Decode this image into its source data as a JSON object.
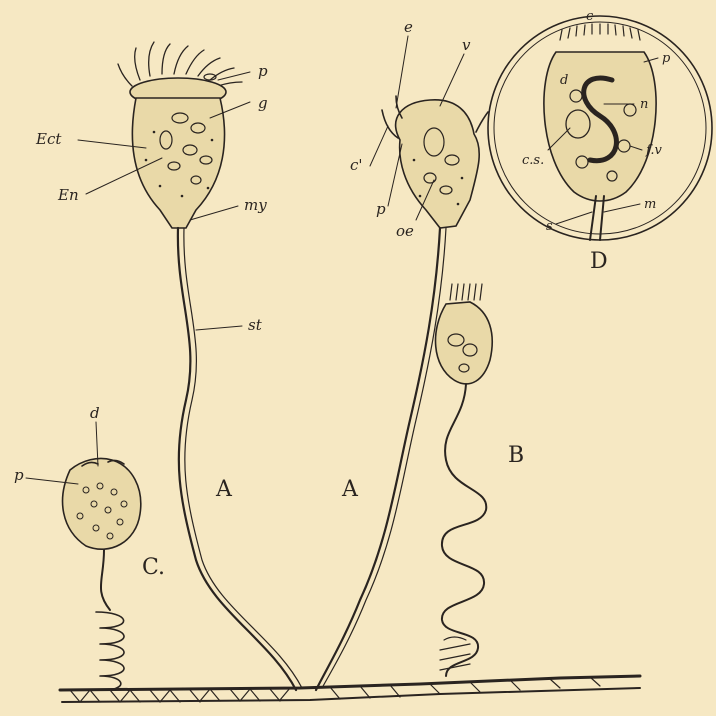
{
  "figure_labels": {
    "A1": "A",
    "A2": "A",
    "B": "B",
    "C": "C.",
    "D": "D"
  },
  "pointer_labels": {
    "p_top": "p",
    "g": "g",
    "ect": "Ect",
    "en": "En",
    "my": "my",
    "st": "st",
    "e": "e",
    "v": "v",
    "c_prime": "c'",
    "p_mid": "p",
    "oe": "oe",
    "c_d": "c",
    "d_d": "d",
    "p_d": "p",
    "n": "n",
    "cs": "c.s.",
    "fv": "f.v",
    "s": "s",
    "m": "m",
    "d_c": "d",
    "p_c": "p"
  }
}
